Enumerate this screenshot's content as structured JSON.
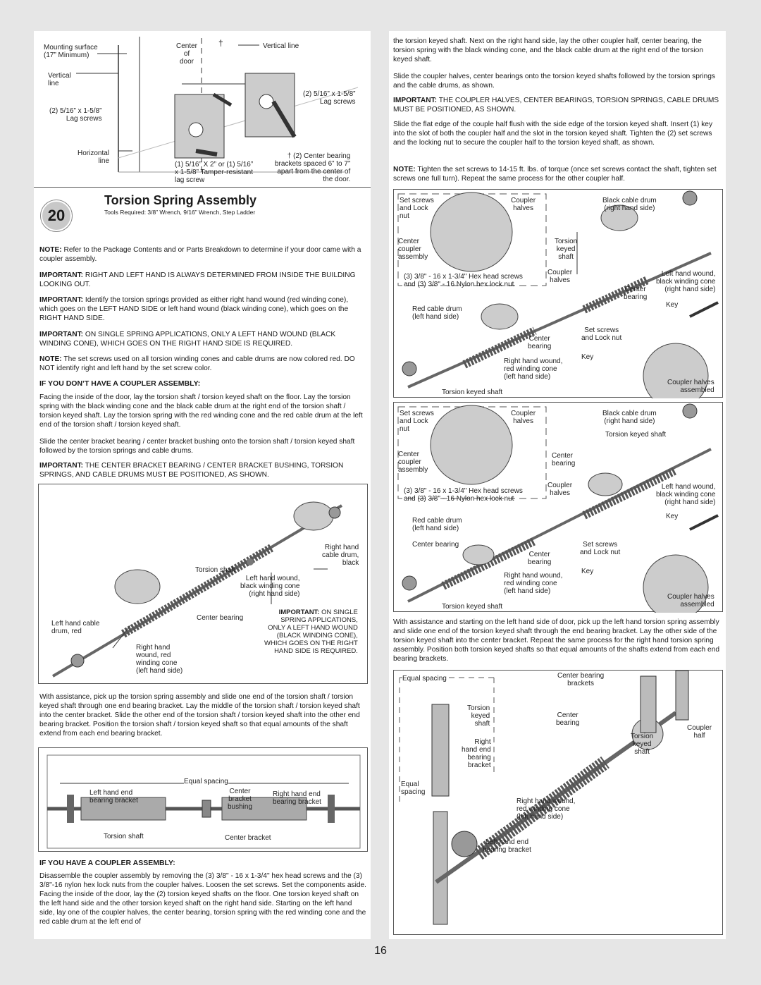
{
  "page_number": "16",
  "step": {
    "number": "20",
    "title": "Torsion Spring Assembly",
    "tools": "Tools Required: 3/8” Wrench, 9/16” Wrench, Step Ladder"
  },
  "fig_top": {
    "mounting_surface": "Mounting surface\n(17” Minimum)",
    "vertical_line_left": "Vertical\nline",
    "lag_left": "(2) 5/16” x 1-5/8”\nLag screws",
    "horizontal_line": "Horizontal\nline",
    "center_of_door": "Center\nof\ndoor",
    "dagger": "†",
    "vertical_line_right": "Vertical line",
    "lag_right": "(2) 5/16” x 1-5/8”\nLag screws",
    "tamper": "(1) 5/16” X 2” or (1) 5/16”\nx 1-5/8” Tamper-resistant\nlag screw",
    "center_bearing_note": "† (2) Center bearing\nbrackets spaced 6” to 7”\napart from the center of\nthe door."
  },
  "left_text": {
    "note1_label": "NOTE:",
    "note1": " Refer to the Package Contents and or Parts Breakdown to determine if your door came with a coupler assembly.",
    "imp1_label": "IMPORTANT:",
    "imp1": " RIGHT AND LEFT HAND IS ALWAYS DETERMINED FROM INSIDE THE BUILDING LOOKING OUT.",
    "imp2_label": "IMPORTANT:",
    "imp2": " Identify the torsion springs provided as either right hand wound (red winding cone), which goes on the LEFT HAND SIDE or left hand wound (black winding cone), which goes on the RIGHT HAND SIDE.",
    "imp3_label": "IMPORTANT:",
    "imp3": " ON SINGLE SPRING APPLICATIONS, ONLY A LEFT HAND WOUND (BLACK WINDING CONE), WHICH GOES ON THE RIGHT HAND SIDE IS REQUIRED.",
    "note2_label": "NOTE:",
    "note2": " The set screws used on all torsion winding cones and cable drums are now colored red. DO NOT identify right and left hand by the set screw color.",
    "no_coupler_head": "IF YOU DON’T HAVE A COUPLER ASSEMBLY:",
    "para1": "Facing the inside of the door, lay the torsion shaft / torsion keyed shaft on the floor. Lay the torsion spring with the black winding cone and the black cable drum at the right end of the torsion shaft / torsion keyed shaft. Lay the torsion spring with the red winding cone and the red cable drum at the left end of the torsion shaft / torsion keyed shaft.",
    "para2": "Slide the center bracket bearing / center bracket bushing onto the torsion shaft / torsion keyed shaft followed by the torsion springs and cable drums.",
    "imp4_label": "IMPORTANT:",
    "imp4": " THE CENTER BRACKET BEARING / CENTER BRACKET BUSHING, TORSION SPRINGS, AND CABLE DRUMS MUST BE POSITIONED, AS SHOWN.",
    "para3": "With assistance, pick up the torsion spring assembly and slide one end of the torsion shaft / torsion keyed shaft through one end bearing bracket. Lay the middle of the torsion shaft / torsion keyed shaft into the center bracket. Slide the other end of the torsion shaft / torsion keyed shaft into the other end bearing bracket. Position the torsion shaft / torsion keyed shaft so that equal amounts of the shaft extend from each end bearing bracket.",
    "coupler_head": "IF YOU HAVE A COUPLER ASSEMBLY:",
    "para4": "Disassemble the coupler assembly by removing the (3) 3/8\" - 16 x 1-3/4\" hex head screws and the (3) 3/8\"-16 nylon hex lock nuts from the coupler halves. Loosen the set screws. Set the components aside. Facing the inside of the door, lay the (2) torsion keyed shafts on the floor. One torsion keyed shaft on the left hand side and the other torsion keyed shaft on the right hand side. Starting on the left hand side, lay one of the coupler halves, the center bearing, torsion spring with the red winding cone and the red cable drum at the left end of"
  },
  "fig_spring": {
    "right_hand_drum": "Right hand\ncable drum,\nblack",
    "torsion_shaft": "Torsion shaft",
    "left_hand_wound": "Left hand wound,\nblack winding cone\n(right hand side)",
    "center_bearing": "Center bearing",
    "important_label": "IMPORTANT:",
    "important_text": " ON SINGLE\nSPRING APPLICATIONS,\nONLY A LEFT HAND WOUND\n(BLACK WINDING CONE),\nWHICH GOES ON THE RIGHT\nHAND SIDE IS REQUIRED.",
    "left_hand_drum": "Left hand cable\ndrum, red",
    "right_hand_wound": "Right hand\nwound, red\nwinding cone\n(left hand side)"
  },
  "fig_shaft": {
    "equal_spacing": "Equal spacing",
    "left_bearing": "Left hand end\nbearing bracket",
    "center_bushing": "Center\nbracket\nbushing",
    "right_bearing": "Right hand end\nbearing bracket",
    "torsion_shaft": "Torsion shaft",
    "center_bracket": "Center bracket"
  },
  "right_text": {
    "para1": "the torsion keyed shaft. Next on the right hand side, lay the other coupler half, center bearing, the torsion spring with the black winding cone, and the black cable drum at the right end of the torsion keyed shaft.",
    "para2": "Slide the coupler halves, center bearings onto the torsion keyed shafts followed by the torsion springs and the cable drums, as shown.",
    "imp1_label": "IMPORTANT:",
    "imp1": " THE COUPLER HALVES, CENTER BEARINGS, TORSION SPRINGS, CABLE DRUMS MUST BE POSITIONED, AS SHOWN.",
    "para3": "Slide the flat edge of the couple half flush with the side edge of the torsion keyed shaft. Insert (1) key into the slot of both the coupler half and the slot in the torsion keyed shaft. Tighten the (2) set screws and the locking nut to secure the coupler half to the torsion keyed shaft, as shown.",
    "note_label": "NOTE:",
    "note": " Tighten the set screws to 14-15 ft. lbs. of torque (once set screws contact the shaft, tighten set screws one full turn). Repeat the same process for the other coupler half.",
    "para4": "With assistance and starting on the left hand side of door, pick up the left hand torsion spring assembly and slide one end of the torsion keyed shaft through the end bearing bracket. Lay the other side of the torsion keyed shaft into the center bracket. Repeat the same process for the right hand torsion spring assembly. Position both torsion keyed shafts so that equal amounts of the shafts extend from each end bearing brackets."
  },
  "fig_coupler1": {
    "set_screws": "Set screws\nand Lock\nnut",
    "coupler_halves": "Coupler\nhalves",
    "black_drum": "Black cable drum\n(right hand side)",
    "center_coupler": "Center\ncoupler\nassembly",
    "torsion_keyed": "Torsion\nkeyed\nshaft",
    "hex_screws": "(3) 3/8\" - 16 x 1-3/4\" Hex head screws\nand (3) 3/8\" - 16 Nylon hex lock nut",
    "coupler_halves2": "Coupler\nhalves",
    "left_wound": "Left hand wound,\nblack winding cone\n(right hand side)",
    "center_bearing": "Center\nbearing",
    "red_drum": "Red cable drum\n(left hand side)",
    "key": "Key",
    "set_screws2": "Set screws\nand Lock nut",
    "center_bearing2": "Center\nbearing",
    "key2": "Key",
    "right_wound": "Right hand wound,\nred winding cone\n(left hand side)",
    "torsion_keyed2": "Torsion keyed shaft",
    "assembled": "Coupler halves\nassembled"
  },
  "fig_coupler2": {
    "set_screws": "Set screws\nand Lock\nnut",
    "coupler_halves": "Coupler\nhalves",
    "black_drum": "Black cable drum\n(right hand side)",
    "torsion_keyed_top": "Torsion keyed shaft",
    "center_coupler": "Center\ncoupler\nassembly",
    "center_bearing_top": "Center\nbearing",
    "hex_screws": "(3) 3/8\" - 16 x 1-3/4\" Hex head screws\nand (3) 3/8\" - 16 Nylon hex lock nut",
    "coupler_halves2": "Coupler\nhalves",
    "left_wound": "Left hand wound,\nblack winding cone\n(right hand side)",
    "red_drum": "Red cable drum\n(left hand side)",
    "key": "Key",
    "center_bearing_left": "Center bearing",
    "center_bearing_mid": "Center\nbearing",
    "set_screws2": "Set screws\nand Lock nut",
    "key2": "Key",
    "right_wound": "Right hand wound,\nred winding cone\n(left hand side)",
    "torsion_keyed2": "Torsion keyed shaft",
    "assembled": "Coupler halves\nassembled"
  },
  "fig_install": {
    "equal_spacing_top": "Equal spacing",
    "center_brackets": "Center bearing\nbrackets",
    "torsion_keyed": "Torsion\nkeyed\nshaft",
    "center_bearing": "Center\nbearing",
    "coupler_half": "Coupler\nhalf",
    "right_bracket": "Right\nhand end\nbearing\nbracket",
    "torsion_keyed2": "Torsion\nkeyed\nshaft",
    "equal_spacing_bottom": "Equal\nspacing",
    "right_wound": "Right hand wound,\nred winding cone\n(left hand side)",
    "left_bracket": "Left hand end\nbearing bracket"
  }
}
